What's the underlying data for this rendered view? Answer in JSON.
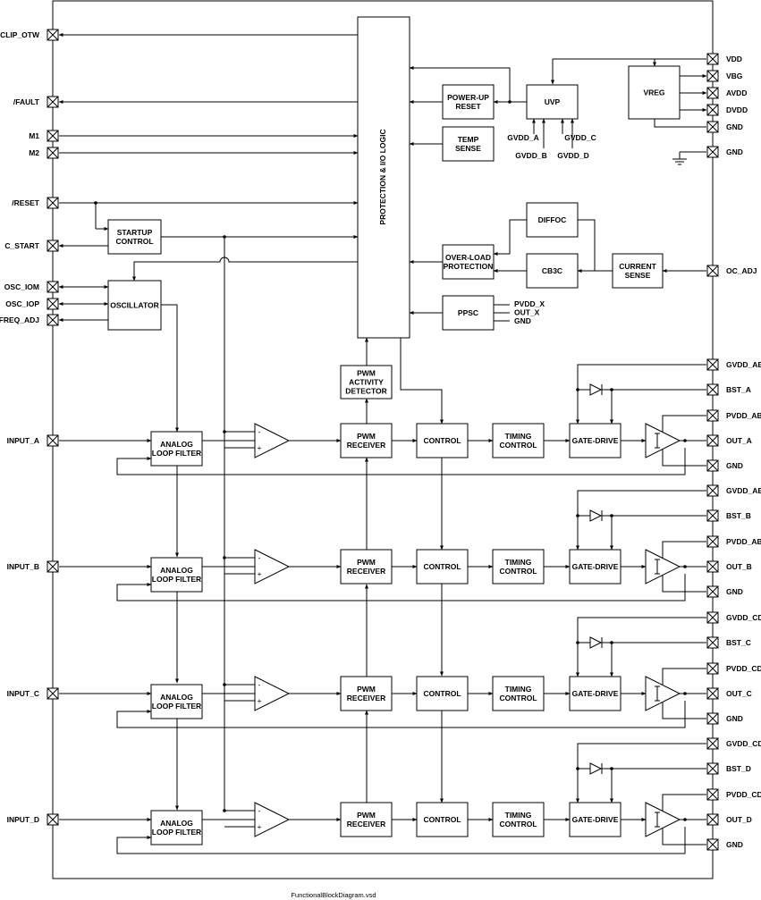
{
  "pins_left": {
    "clip_otw": "/CLIP_OTW",
    "fault": "/FAULT",
    "m1": "M1",
    "m2": "M2",
    "reset": "/RESET",
    "c_start": "C_START",
    "osc_iom": "OSC_IOM",
    "osc_iop": "OSC_IOP",
    "freq_adj": "FREQ_ADJ",
    "input_a": "INPUT_A",
    "input_b": "INPUT_B",
    "input_c": "INPUT_C",
    "input_d": "INPUT_D"
  },
  "pins_right": {
    "vdd": "VDD",
    "vbg": "VBG",
    "avdd": "AVDD",
    "dvdd": "DVDD",
    "gnd": "GND",
    "oc_adj": "OC_ADJ",
    "gvdd_ab": "GVDD_AB",
    "gvdd_cd": "GVDD_CD",
    "bst_a": "BST_A",
    "bst_b": "BST_B",
    "bst_c": "BST_C",
    "bst_d": "BST_D",
    "pvdd_ab": "PVDD_AB",
    "pvdd_cd": "PVDD_CD",
    "out_a": "OUT_A",
    "out_b": "OUT_B",
    "out_c": "OUT_C",
    "out_d": "OUT_D"
  },
  "blocks": {
    "protection_logic": "PROTECTION & I/O LOGIC",
    "power_up_reset": [
      "POWER-UP",
      "RESET"
    ],
    "uvp": "UVP",
    "vreg": "VREG",
    "temp_sense": [
      "TEMP",
      "SENSE"
    ],
    "startup_control": [
      "STARTUP",
      "CONTROL"
    ],
    "oscillator": "OSCILLATOR",
    "diffoc": "DIFFOC",
    "over_load_protection": [
      "OVER-LOAD",
      "PROTECTION"
    ],
    "cb3c": "CB3C",
    "current_sense": [
      "CURRENT",
      "SENSE"
    ],
    "ppsc": "PPSC",
    "pwm_activity_detector": [
      "PWM",
      "ACTIVITY",
      "DETECTOR"
    ],
    "analog_loop_filter": [
      "ANALOG",
      "LOOP FILTER"
    ],
    "pwm_receiver": [
      "PWM",
      "RECEIVER"
    ],
    "control": "CONTROL",
    "timing_control": [
      "TIMING",
      "CONTROL"
    ],
    "gate_drive": "GATE-DRIVE"
  },
  "uvp_inputs": [
    "GVDD_A",
    "GVDD_B",
    "GVDD_C",
    "GVDD_D"
  ],
  "ppsc_inputs": [
    "PVDD_X",
    "OUT_X",
    "GND"
  ],
  "channel_labels": [
    "A",
    "B",
    "C",
    "D"
  ],
  "file_name": "FunctionalBlockDiagram.vsd"
}
